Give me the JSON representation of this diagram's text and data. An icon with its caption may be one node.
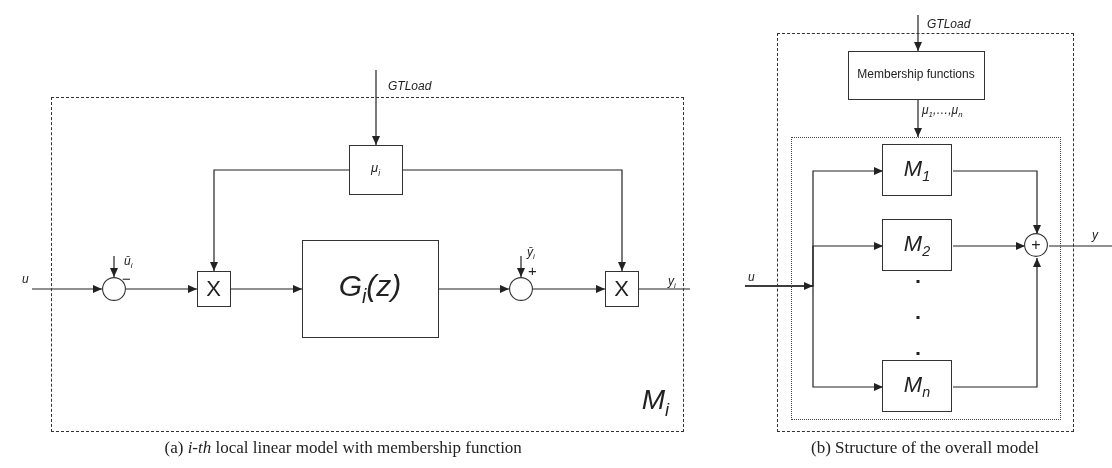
{
  "diagram": {
    "nodes": [
      {
        "text": [
          "M$_{i}$"
        ]
      },
      {
        "text": [
          "μ$_{i}$"
        ],
        "in": 0
      },
      {
        "text": [],
        "shape": "circle",
        "in": 0,
        "beside": [
          "−"
        ]
      },
      {
        "text": [
          "X"
        ],
        "in": 0
      },
      {
        "text": [
          "G$_{i}$(z)"
        ],
        "in": 0
      },
      {
        "text": [],
        "shape": "circle",
        "in": 0,
        "beside": [
          "+"
        ]
      },
      {
        "text": [
          "X"
        ],
        "in": 0
      },
      {
        "text": [],
        "shape": "box"
      },
      {
        "text": [
          "Membership functions"
        ],
        "in": 7
      },
      {
        "text": [],
        "shape": "box",
        "in": 7
      },
      {
        "text": [
          "M$_{1}$"
        ],
        "in": 9
      },
      {
        "text": [
          "M$_{2}$"
        ],
        "in": 9
      },
      {
        "text": [
          "M$_{n}$"
        ],
        "in": 9
      },
      {
        "text": [
          "+"
        ],
        "in": 9
      }
    ],
    "edges": [
      {
        "from": null,
        "to": 1,
        "arrow": "to",
        "label": "GTLoad"
      },
      {
        "from": null,
        "to": 2,
        "arrow": "to",
        "label": "u"
      },
      {
        "from": null,
        "to": 2,
        "arrow": "to",
        "label": "ū$_{i}$"
      },
      {
        "from": 2,
        "to": 3,
        "arrow": "to"
      },
      {
        "from": 3,
        "to": 4,
        "arrow": "to"
      },
      {
        "from": 4,
        "to": 5,
        "arrow": "to"
      },
      {
        "from": null,
        "to": 5,
        "arrow": "to",
        "label": "ȳ$_{i}$"
      },
      {
        "from": 5,
        "to": 6,
        "arrow": "to"
      },
      {
        "from": 1,
        "to": 3,
        "arrow": "to"
      },
      {
        "from": 1,
        "to": 6,
        "arrow": "to"
      },
      {
        "from": 6,
        "to": null,
        "arrow": "none",
        "label": "y$_{i}$"
      },
      {
        "from": null,
        "to": 8,
        "arrow": "to",
        "label": "GTLoad"
      },
      {
        "from": 8,
        "to": 9,
        "arrow": "to",
        "label": "μ$_{1}$,…,μ$_{n}$"
      },
      {
        "from": null,
        "to": 10,
        "arrow": "to",
        "label": "u"
      },
      {
        "from": null,
        "to": 11,
        "arrow": "to"
      },
      {
        "from": null,
        "to": 12,
        "arrow": "to"
      },
      {
        "from": 10,
        "to": 13,
        "arrow": "to"
      },
      {
        "from": 11,
        "to": 13,
        "arrow": "to"
      },
      {
        "from": 12,
        "to": 13,
        "arrow": "to"
      },
      {
        "from": 13,
        "to": null,
        "arrow": "none",
        "label": "y"
      }
    ],
    "labels": [
      "(a) *i-th* local linear model with membership function",
      "(b) Structure of the overall model"
    ]
  }
}
